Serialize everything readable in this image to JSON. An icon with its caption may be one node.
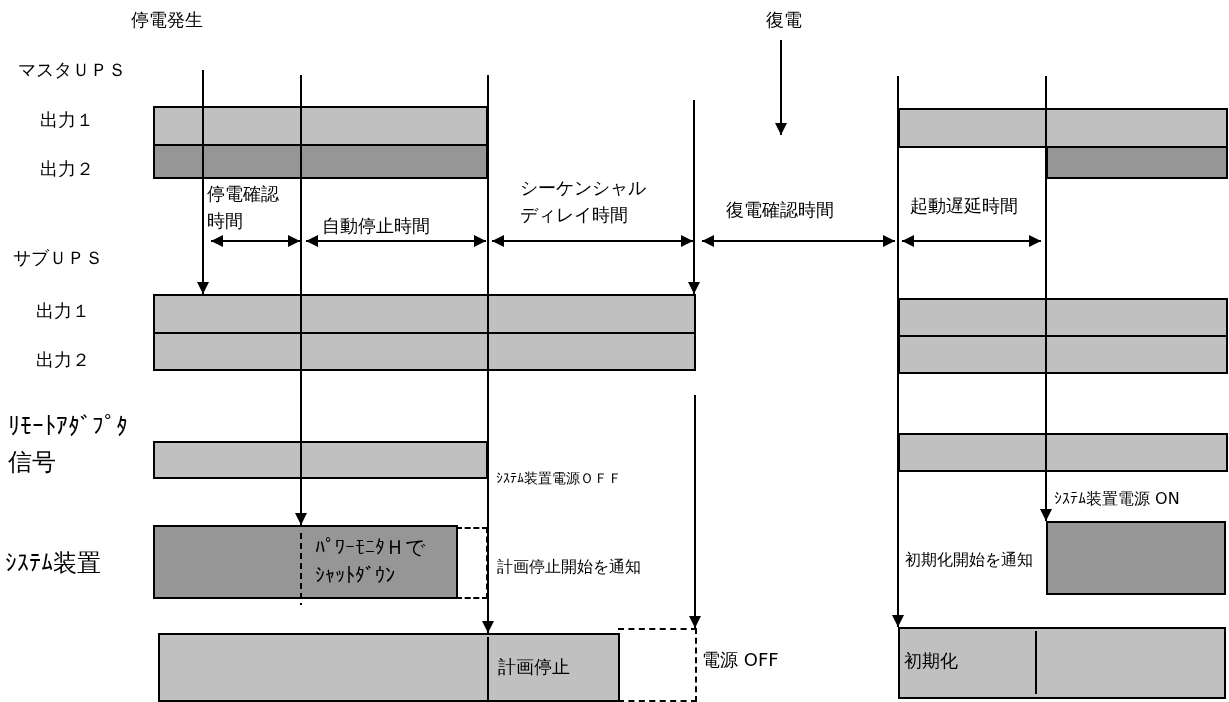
{
  "diagram": {
    "nodes": [
      {
        "text": [],
        "shape": "bar"
      },
      {
        "text": [],
        "shape": "bar"
      },
      {
        "text": [],
        "shape": "bar"
      },
      {
        "text": [],
        "shape": "bar"
      },
      {
        "text": [],
        "shape": "bar"
      },
      {
        "text": [],
        "shape": "bar"
      },
      {
        "text": [],
        "shape": "bar"
      },
      {
        "text": [],
        "shape": "bar"
      },
      {
        "text": [],
        "shape": "bar"
      },
      {
        "text": [],
        "shape": "bar"
      },
      {
        "text": [
          "ﾊﾟﾜｰﾓﾆﾀＨでｼｬｯﾄﾀﾞｳﾝ"
        ]
      },
      {
        "text": [],
        "shape": "box"
      },
      {
        "text": [],
        "shape": "bar"
      },
      {
        "text": [
          "計画停止"
        ]
      },
      {
        "text": [],
        "shape": "box"
      },
      {
        "text": [
          "初期化"
        ]
      }
    ],
    "edges": [
      {
        "from": null,
        "to": 4,
        "arrow": "to"
      },
      {
        "from": null,
        "to": 10,
        "arrow": "to"
      },
      {
        "from": null,
        "to": 13,
        "arrow": "to"
      },
      {
        "from": null,
        "to": 4,
        "arrow": "to"
      },
      {
        "from": null,
        "to": 14,
        "arrow": "to"
      },
      {
        "from": null,
        "to": 15,
        "arrow": "to"
      },
      {
        "from": null,
        "to": 12,
        "arrow": "to"
      }
    ],
    "labels": [
      "停電発生",
      "復電",
      "マスタＵＰＳ",
      "出力１",
      "出力２",
      "停電確認時間",
      "シーケンシャルディレイ時間",
      "自動停止時間",
      "復電確認時間",
      "起動遅延時間",
      "サブＵＰＳ",
      "出力１",
      "出力２",
      "ﾘﾓｰﾄｱﾀﾞﾌﾟﾀ信号",
      "ｼｽﾃﾑ装置電源ＯＦＦ",
      "ｼｽﾃﾑ装置電源 ON",
      "ｼｽﾃﾑ装置",
      "計画停止開始を通知",
      "初期化開始を通知",
      "電源 OFF"
    ]
  }
}
